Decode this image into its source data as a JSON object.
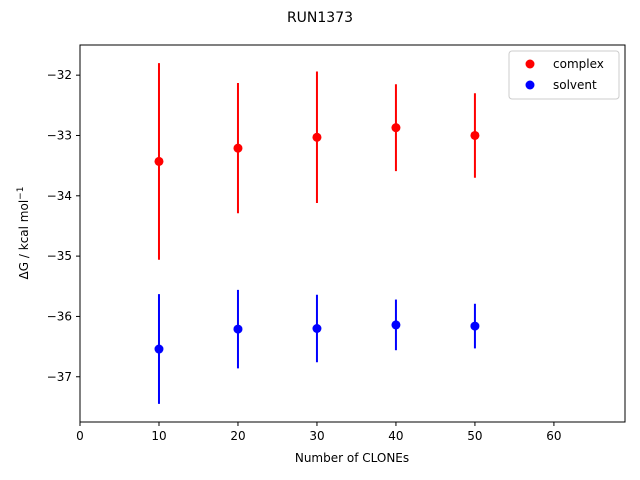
{
  "chart_data": {
    "type": "scatter",
    "title": "RUN1373",
    "xlabel": "Number of CLONEs",
    "ylabel_main": "ΔG / kcal mol",
    "ylabel_sup": "−1",
    "xlim": [
      0,
      69
    ],
    "ylim": [
      -37.75,
      -31.5
    ],
    "xticks": [
      0,
      10,
      20,
      30,
      40,
      50,
      60
    ],
    "yticks": [
      -37,
      -36,
      -35,
      -34,
      -33,
      -32
    ],
    "ytick_labels": [
      "−37",
      "−36",
      "−35",
      "−34",
      "−33",
      "−32"
    ],
    "grid": false,
    "legend_position": "top-right",
    "series": [
      {
        "name": "complex",
        "color": "#ff0000",
        "x": [
          10,
          20,
          30,
          40,
          50
        ],
        "y": [
          -33.43,
          -33.21,
          -33.03,
          -32.87,
          -33.0
        ],
        "yerr": [
          1.63,
          1.08,
          1.09,
          0.72,
          0.7
        ]
      },
      {
        "name": "solvent",
        "color": "#0000ff",
        "x": [
          10,
          20,
          30,
          40,
          50
        ],
        "y": [
          -36.54,
          -36.21,
          -36.2,
          -36.14,
          -36.16
        ],
        "yerr": [
          0.91,
          0.65,
          0.56,
          0.42,
          0.37
        ]
      }
    ]
  }
}
